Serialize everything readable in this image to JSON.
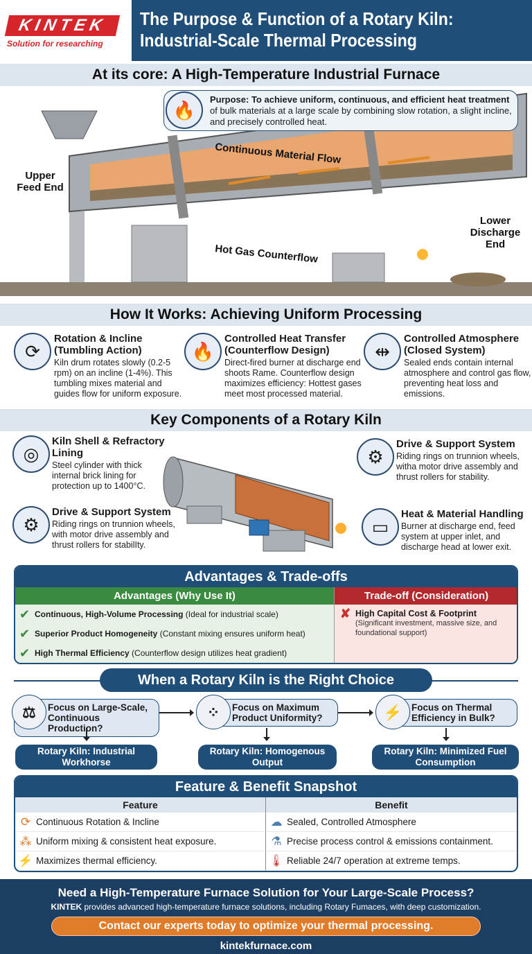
{
  "header": {
    "logo_text": "KINTEK",
    "logo_tagline": "Solution for researching",
    "title": "The Purpose & Function of a Rotary Kiln: Industrial-Scale Thermal Processing"
  },
  "core": {
    "heading": "At its core: A High-Temperature Industrial Furnace",
    "purpose_bold": "Purpose: To achieve uniform, continuous, and efficient heat treatment",
    "purpose_rest": " of bulk materials at a large scale by combining slow rotation, a slight incline, and precisely controlled heat.",
    "labels": {
      "feed": "Upper Feed End",
      "flow": "Continuous Material Flow",
      "gas": "Hot Gas Counterflow",
      "discharge": "Lower Discharge End"
    }
  },
  "how": {
    "heading": "How It Works: Achieving Uniform Processing",
    "items": [
      {
        "icon": "rotation-icon",
        "title": "Rotation & Incline (Tumbling Action)",
        "text": "Kiln drum rotates slowly (0.2-5 rpm) on an incline (1-4%). This tumbling mixes material and guides flow for uniform exposure."
      },
      {
        "icon": "flame-icon",
        "title": "Controlled Heat Transfer (Counterflow Design)",
        "text": "Direct-fired burner at discharge end shoots Rame. Counterflow design maximizes efficiency: Hottest gases meet most processed material."
      },
      {
        "icon": "sealed-tube-icon",
        "title": "Controlled Atmosphere (Closed System)",
        "text": "Sealed ends contain internal atmosphere and control gas flow, preventing heat loss and emissions."
      }
    ]
  },
  "components": {
    "heading": "Key Components of a Rotary Kiln",
    "items": [
      {
        "icon": "kiln-shell-icon",
        "title": "Kiln Shell & Refractory Lining",
        "text": "Steel cylinder with thick internal brick lining for protection up to 1400°C."
      },
      {
        "icon": "gear-icon",
        "title": "Drive & Support System",
        "text": "Riding rings on trunnion wheels, with motor drive assembly and thrust rollers for stabilIty."
      },
      {
        "icon": "motor-icon",
        "title": "Drive & Support System",
        "text": "Riding rings on trunnion wheels, witha motor drive assembly and thrust rollers for stability."
      },
      {
        "icon": "burner-icon",
        "title": "Heat & Material Handling",
        "text": "Burner at discharge end, feed system at upper inlet, and discharge head at lower exit."
      }
    ]
  },
  "tradeoffs": {
    "heading": "Advantages & Trade-offs",
    "adv_heading": "Advantages (Why Use It)",
    "trade_heading": "Trade-off (Consideration)",
    "advantages": [
      {
        "bold": "Continuous, High-Volume Processing",
        "rest": " (Ideal for industrial scale)"
      },
      {
        "bold": "Superior Product Homogeneity",
        "rest": " (Constant mixing ensures uniform heat)"
      },
      {
        "bold": "High Thermal Efficiency",
        "rest": " (Counterflow design utilizes heat gradient)"
      }
    ],
    "tradeoff": {
      "bold": "High Capital Cost & Footprint",
      "rest": "(Significant investment, massive size, and foundational support)"
    },
    "colors": {
      "green": "#3a8a3f",
      "red": "#b3282d"
    }
  },
  "choice": {
    "heading": "When a Rotary Kiln is the Right Choice",
    "items": [
      {
        "icon": "scales-icon",
        "question": "Focus on Large-Scale, Continuous Production?",
        "result": "Rotary Kiln: Industrial Workhorse"
      },
      {
        "icon": "network-icon",
        "question": "Focus on Maximum Product Uniformity?",
        "result": "Rotary Kiln: Homogenous Output"
      },
      {
        "icon": "energy-hand-icon",
        "question": "Focus on Thermal Efficiency in Bulk?",
        "result": "Rotary Kiln: Minimized Fuel Consumption"
      }
    ]
  },
  "snapshot": {
    "heading": "Feature & Benefit Snapshot",
    "col_feature": "Feature",
    "col_benefit": "Benefit",
    "rows": [
      {
        "f_icon": "rotate-arrows-icon",
        "feature": "Continuous Rotation & Incline",
        "b_icon": "cloud-icon",
        "benefit": "Sealed, Controlled Atmosphere"
      },
      {
        "f_icon": "particles-icon",
        "feature": "Uniform mixing & consistent heat exposure.",
        "b_icon": "flask-icon",
        "benefit": "Precise process control & emissions containment."
      },
      {
        "f_icon": "lightning-icon",
        "feature": "Maximizes thermal efficiency.",
        "b_icon": "thermometer-icon",
        "benefit": "Reliable 24/7 operation at extreme temps."
      }
    ]
  },
  "footer": {
    "headline": "Need a High-Temperature Furnace Solution for Your Large-Scale Process?",
    "brand": "KINTEK",
    "desc": " provides advanced high-temperature furnace solutions, including Rotary Fumaces, with deep customization.",
    "cta": "Contact our experts today to optimize your thermal processing.",
    "url": "kintekfurnace.com"
  },
  "colors": {
    "navy": "#1f4e79",
    "orange": "#e07b2a",
    "light": "#dde6ef"
  }
}
